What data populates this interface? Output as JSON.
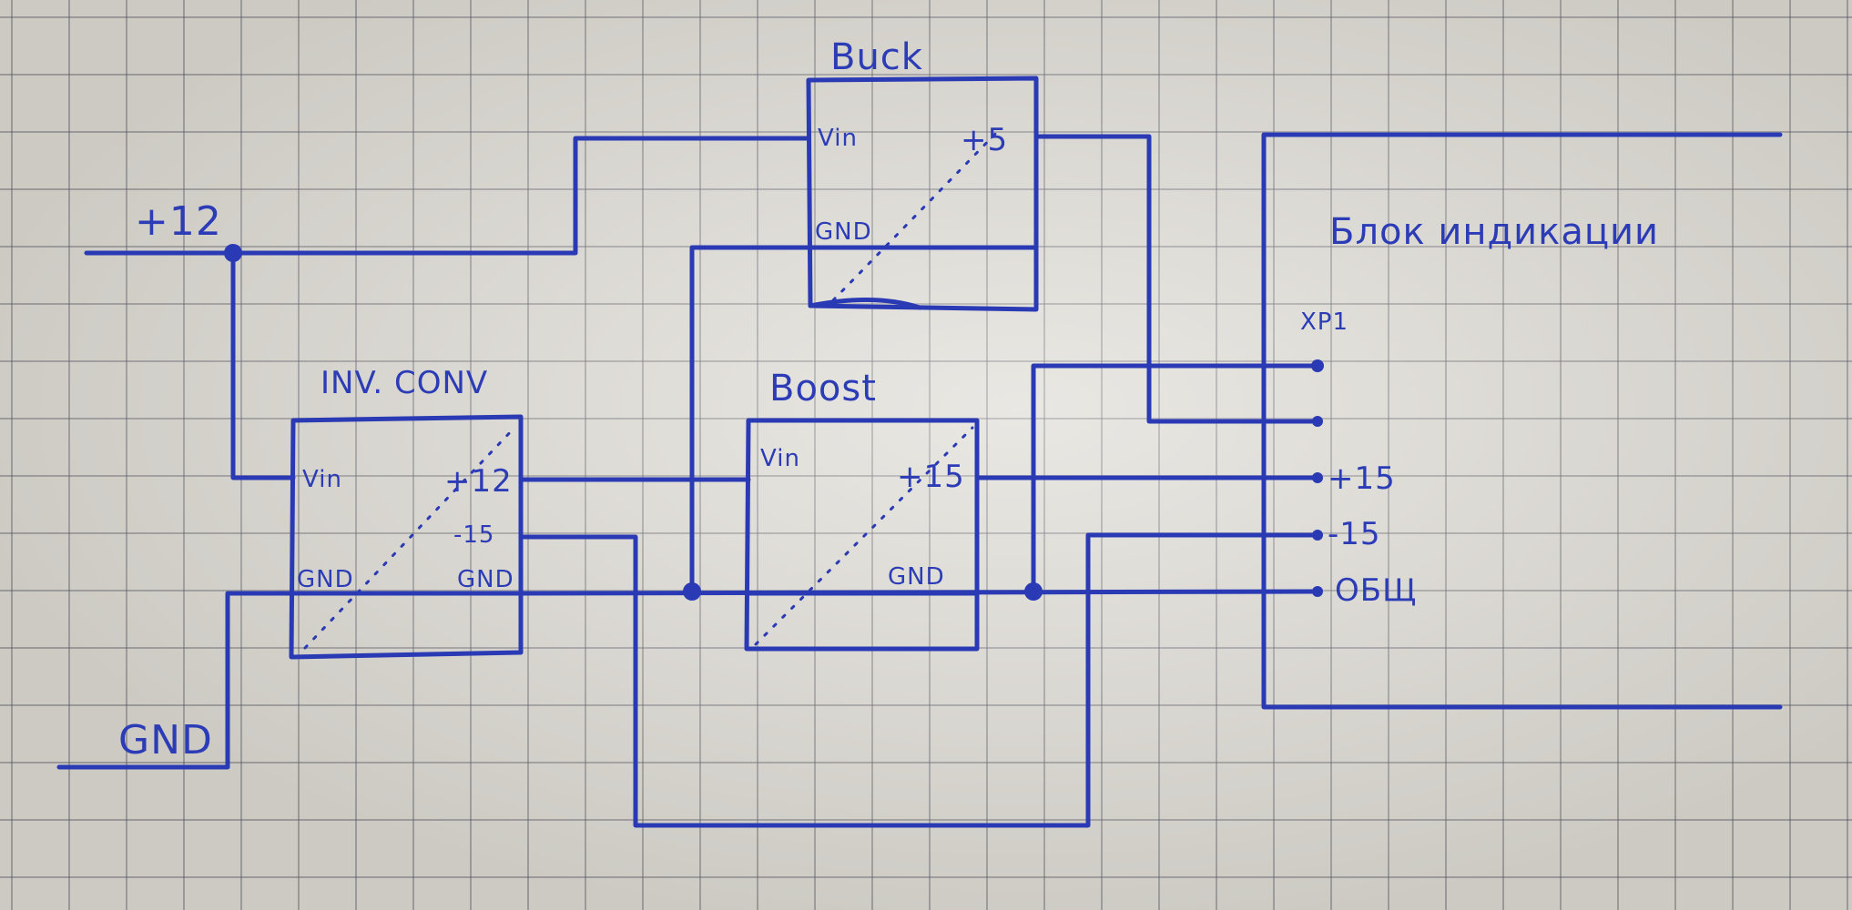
{
  "diagram": {
    "nets": {
      "plus12": "+12",
      "gnd": "GND"
    },
    "blocks": {
      "buck": {
        "title": "Buck",
        "pin_vin": "Vin",
        "pin_out": "+5",
        "pin_gnd": "GND"
      },
      "inv_conv": {
        "title": "INV. CONV",
        "pin_vin": "Vin",
        "pin_out_pos": "+12",
        "pin_out_neg": "-15",
        "pin_gnd_left": "GND",
        "pin_gnd_right": "GND"
      },
      "boost": {
        "title": "Boost",
        "pin_vin": "Vin",
        "pin_out": "+15",
        "pin_gnd": "GND"
      },
      "indication": {
        "title": "Блок индикации",
        "connector": "XP1",
        "pins": [
          "+15",
          "-15",
          "ОБЩ"
        ]
      }
    },
    "colors": {
      "ink": "#2a3ab4",
      "paper": "#dedbd4",
      "grid": "#5a5a64"
    }
  }
}
